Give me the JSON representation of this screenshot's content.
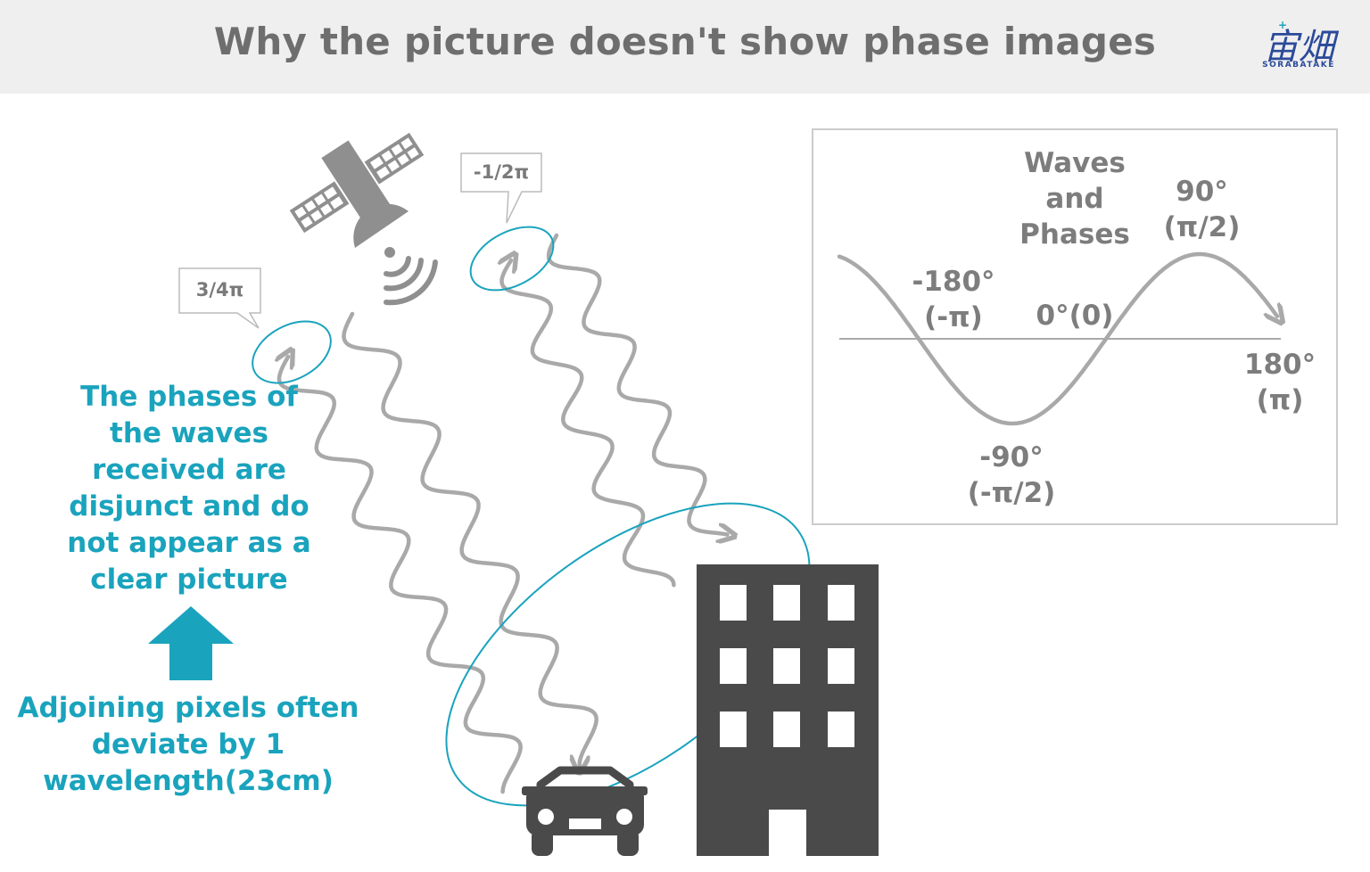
{
  "title": "Why the picture doesn't show phase images",
  "logo": {
    "main": "宙畑",
    "sub": "SORABATAKE",
    "color": "#2b4a9a"
  },
  "callouts": {
    "left": "3/4π",
    "right": "-1/2π"
  },
  "explanation": {
    "top": [
      "The phases of",
      "the waves",
      "received are",
      "disjunct and do",
      "not appear as a",
      "clear picture"
    ],
    "bottom": [
      "Adjoining pixels often",
      "deviate by 1",
      "wavelength(23cm)"
    ],
    "color": "#1aa3bd"
  },
  "panel": {
    "title": [
      "Waves",
      "and",
      "Phases"
    ],
    "labels": {
      "p90_deg": "90°",
      "p90_rad": "(π/2)",
      "m180_deg": "-180°",
      "m180_rad": "(-π)",
      "zero": "0°(0)",
      "p180_deg": "180°",
      "p180_rad": "(π)",
      "m90_deg": "-90°",
      "m90_rad": "(-π/2)"
    }
  },
  "icons": [
    "satellite-icon",
    "building-icon",
    "car-icon",
    "up-arrow-icon"
  ],
  "colors": {
    "gray": "#a9a9a9",
    "dark": "#4a4a4a",
    "teal": "#1aa3bd",
    "header_bg": "#efefef"
  }
}
